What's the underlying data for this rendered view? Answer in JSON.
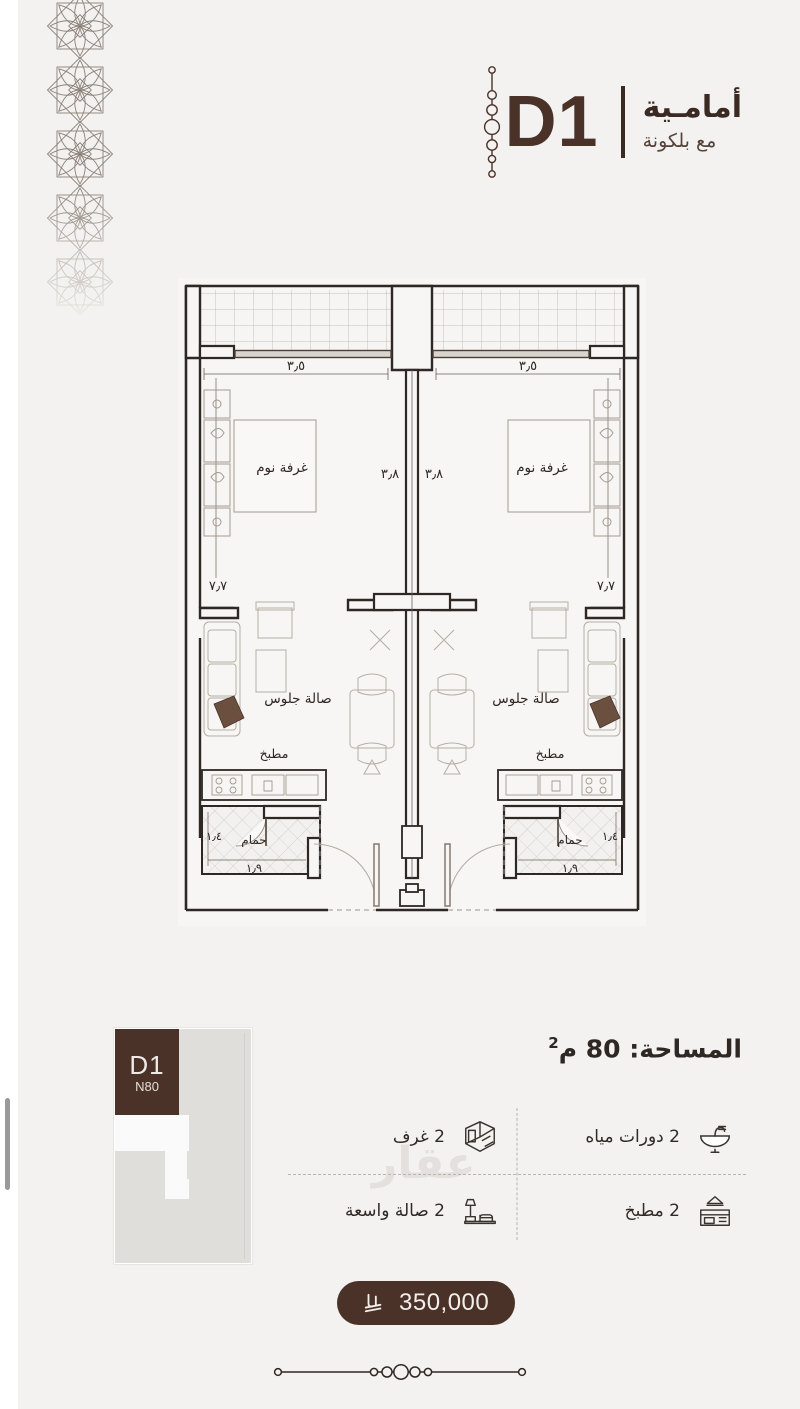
{
  "header": {
    "title": "أمامـية",
    "subtitle": "مع بلكونة",
    "code": "D1",
    "dot_ornament_icon": "dot-chain-ornament-icon",
    "side_ornament_icon": "islamic-rosette-pattern-icon"
  },
  "floorplan": {
    "label": "floor-plan-drawing",
    "rooms": [
      {
        "name": "غرفة نوم",
        "side": "right"
      },
      {
        "name": "غرفة نوم",
        "side": "left"
      },
      {
        "name": "صالة جلوس",
        "side": "right"
      },
      {
        "name": "صالة جلوس",
        "side": "left"
      },
      {
        "name": "مطبخ",
        "side": "right"
      },
      {
        "name": "مطبخ",
        "side": "left"
      },
      {
        "name": "حمام",
        "side": "right"
      },
      {
        "name": "حمام",
        "side": "left"
      }
    ],
    "dimensions": {
      "bedroom_width": "٣٫٥",
      "bedroom_depth": "٣٫٨",
      "unit_length": "٧٫٧",
      "bath_width": "١٫٤",
      "bath_length": "١٫٩"
    }
  },
  "unit_card": {
    "code": "D1",
    "number": "N80"
  },
  "area": {
    "label": "المساحة:",
    "value": "80",
    "unit": "م",
    "unit_sup": "2"
  },
  "features": [
    {
      "label": "2 غرف",
      "icon": "bedroom-icon"
    },
    {
      "label": "2 دورات مياه",
      "icon": "bathroom-sink-icon"
    },
    {
      "label": "2 صالة واسعة",
      "icon": "living-room-icon"
    },
    {
      "label": "2 مطبخ",
      "icon": "kitchen-icon"
    }
  ],
  "price": {
    "currency_icon": "saudi-riyal-icon",
    "value": "350,000"
  },
  "pagination": {
    "icon": "pagination-dots-icon",
    "total_visible": 5,
    "active_index": 2
  },
  "watermark": {
    "text": "عقار"
  },
  "colors": {
    "brand_dark": "#4a3228",
    "page_bg": "#f4f2f0",
    "ink": "#2e2723",
    "line": "#6b6258"
  }
}
